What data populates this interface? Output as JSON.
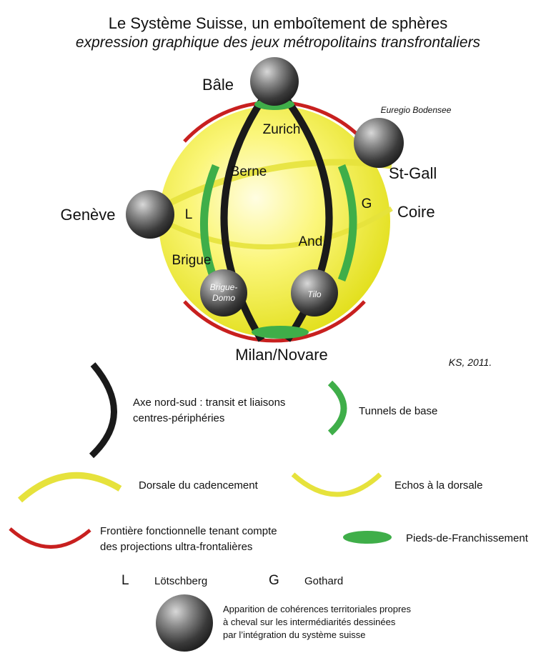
{
  "title": "Le Système Suisse, un emboîtement de sphères",
  "subtitle": "expression graphique des jeux métropolitains transfrontaliers",
  "credit": "KS, 2011.",
  "colors": {
    "axis": "#1a1a1a",
    "tunnel": "#3fae49",
    "dorsale": "#e6e23c",
    "frontier": "#c8201f",
    "sphere_inner": "#fffde0",
    "sphere_outer": "#e3e01f"
  },
  "cities": {
    "bale": "Bâle",
    "zurich": "Zurich",
    "berne": "Berne",
    "stgall": "St-Gall",
    "geneve": "Genève",
    "coire": "Coire",
    "andermatt": "And.",
    "brigue": "Brigue",
    "milan": "Milan/Novare",
    "euregio": "Euregio Bodensee",
    "brigue_domo": [
      "Brigue-",
      "Domo"
    ],
    "tilo": "Tilo",
    "l_marker": "L",
    "g_marker": "G"
  },
  "legend": {
    "axis": [
      "Axe nord-sud : transit et liaisons",
      "centres-périphéries"
    ],
    "tunnels": "Tunnels de base",
    "dorsale": "Dorsale du cadencement",
    "echos": "Echos à la dorsale",
    "frontier": [
      "Frontière fonctionnelle tenant compte",
      "des projections ultra-frontalières"
    ],
    "pieds": "Pieds-de-Franchissement",
    "l_key": "L",
    "l_label": "Lötschberg",
    "g_key": "G",
    "g_label": "Gothard",
    "spheres": [
      "Apparition de cohérences territoriales propres",
      "à cheval sur les intermédiarités dessinées",
      "par l’intégration du système suisse"
    ]
  }
}
